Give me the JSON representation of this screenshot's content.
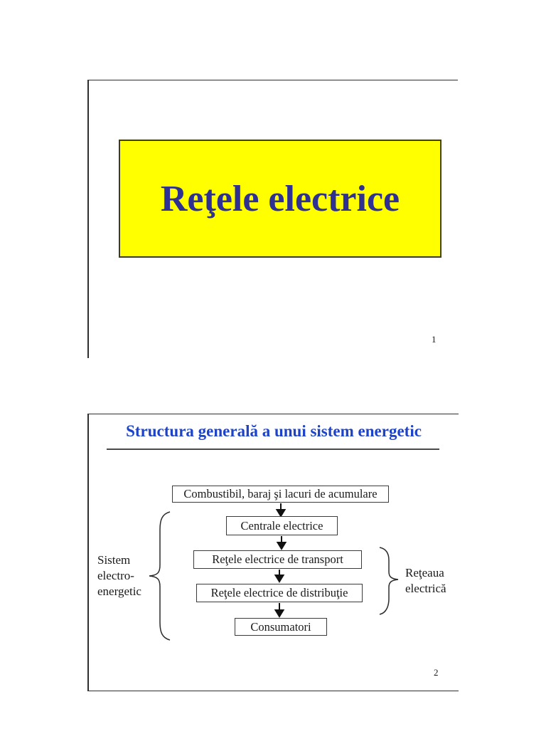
{
  "document": {
    "slide1": {
      "title": "Reţele electrice",
      "page_number": "1",
      "banner_fill_color": "#ffff00",
      "banner_border_color": "#3e3e12",
      "title_color": "#2e3192"
    },
    "slide2": {
      "title": "Structura generală a unui sistem energetic",
      "title_color": "#1c43c8",
      "page_number": "2",
      "flow_boxes": [
        "Combustibil, baraj şi lacuri de acumulare",
        "Centrale electrice",
        "Reţele electrice de transport",
        "Reţele electrice de distribuţie",
        "Consumatori"
      ],
      "left_brace_label_lines": [
        "Sistem",
        "electro-",
        "energetic"
      ],
      "right_brace_label_lines": [
        "Reţeaua",
        "electrică"
      ]
    }
  }
}
